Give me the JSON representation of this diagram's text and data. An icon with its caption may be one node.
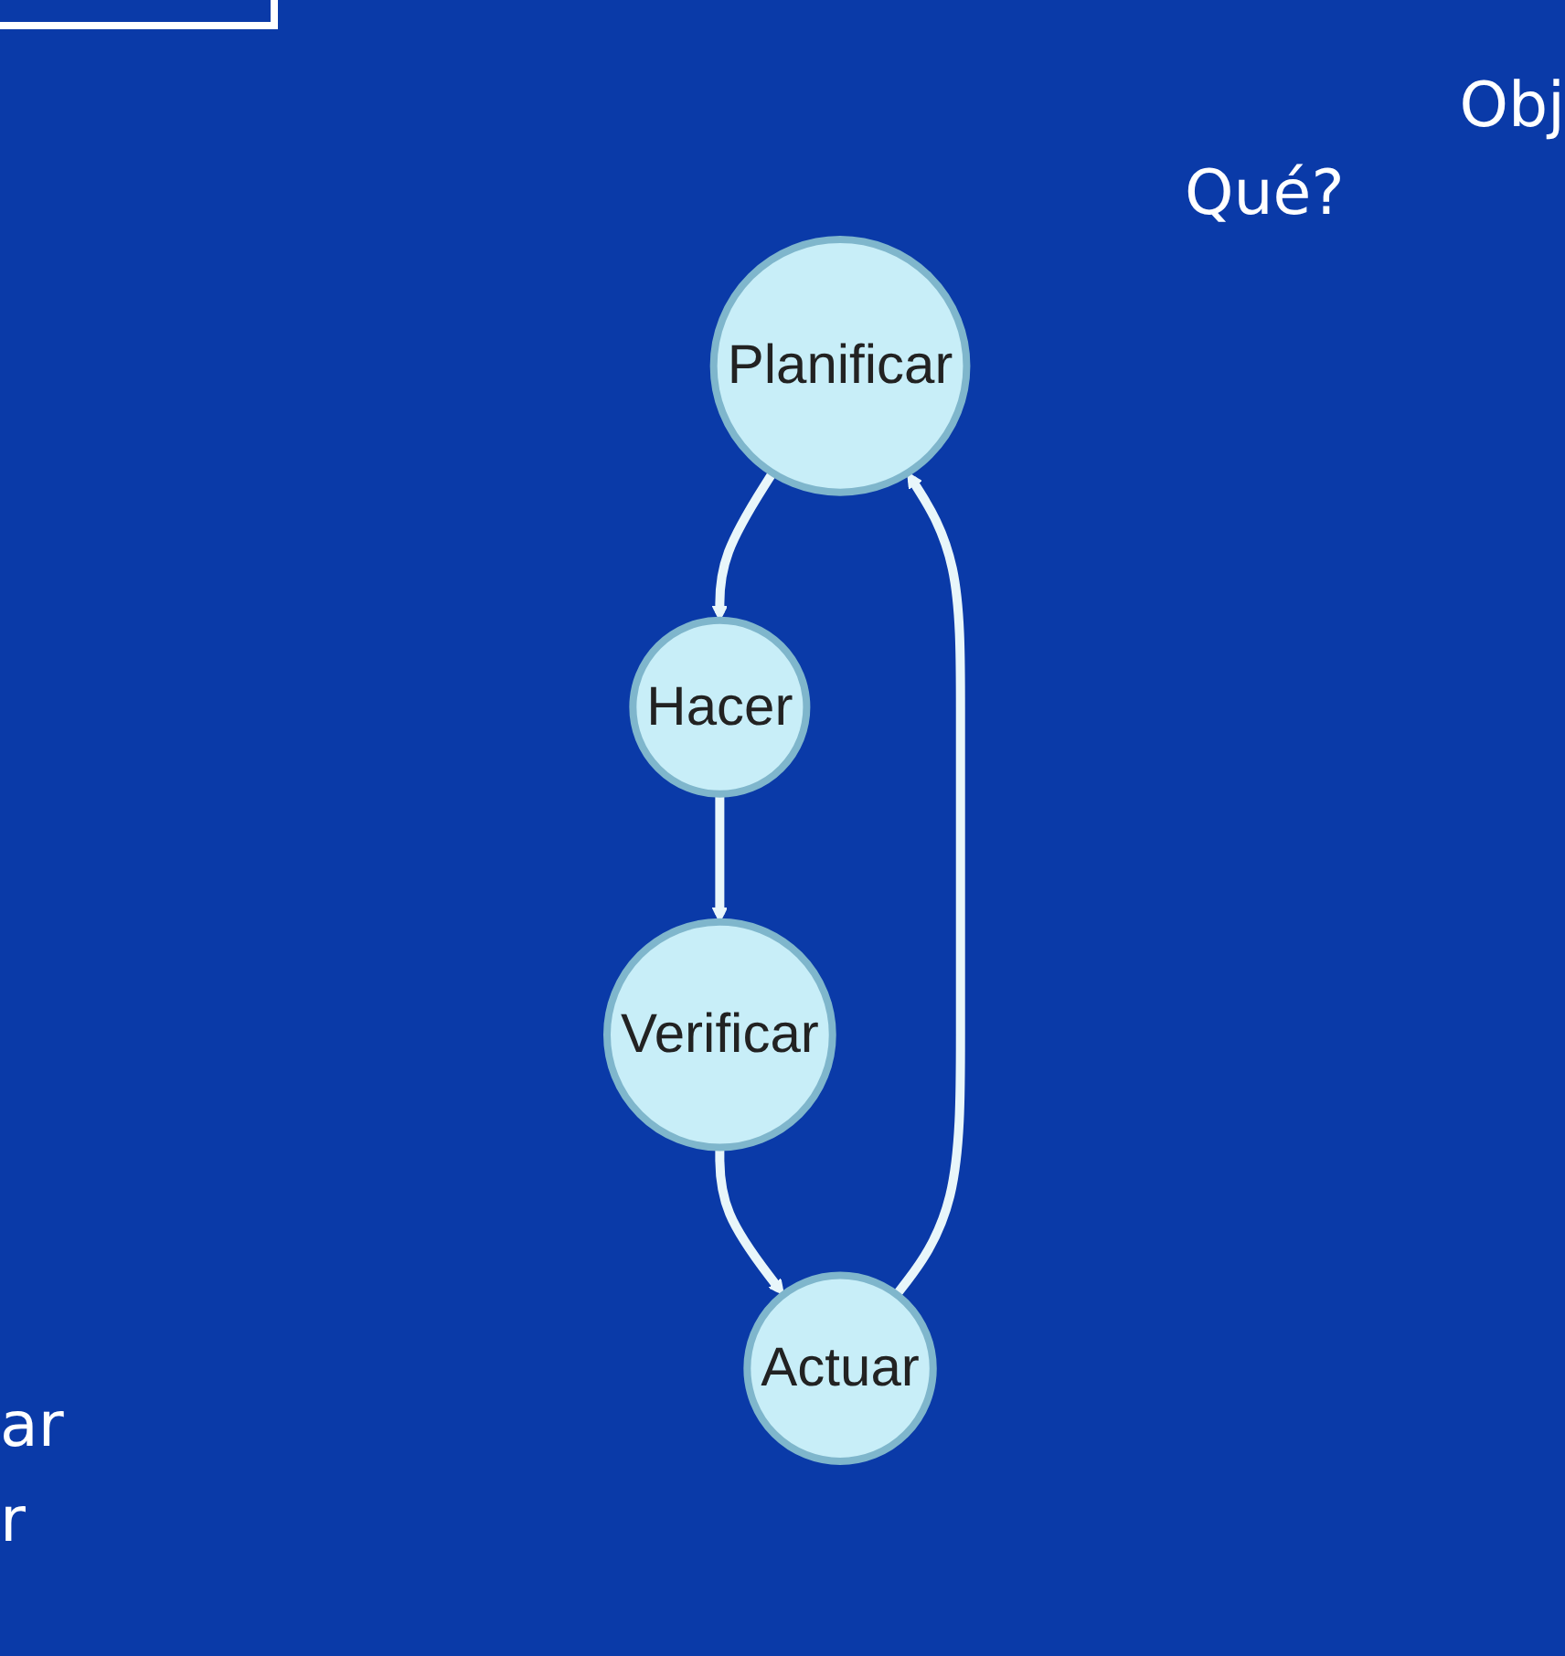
{
  "diagram": {
    "nodes": [
      {
        "text": [
          "Planificar"
        ]
      },
      {
        "text": [
          "Hacer"
        ]
      },
      {
        "text": [
          "Verificar"
        ]
      },
      {
        "text": [
          "Actuar"
        ]
      }
    ],
    "edges": [
      {
        "from": 0,
        "to": 1,
        "arrow": "to"
      },
      {
        "from": 1,
        "to": 2,
        "arrow": "to"
      },
      {
        "from": 2,
        "to": 3,
        "arrow": "to"
      },
      {
        "from": 3,
        "to": 0,
        "arrow": "to"
      }
    ],
    "labels": [
      "Obj",
      "Qué?",
      "ar",
      "r"
    ]
  }
}
